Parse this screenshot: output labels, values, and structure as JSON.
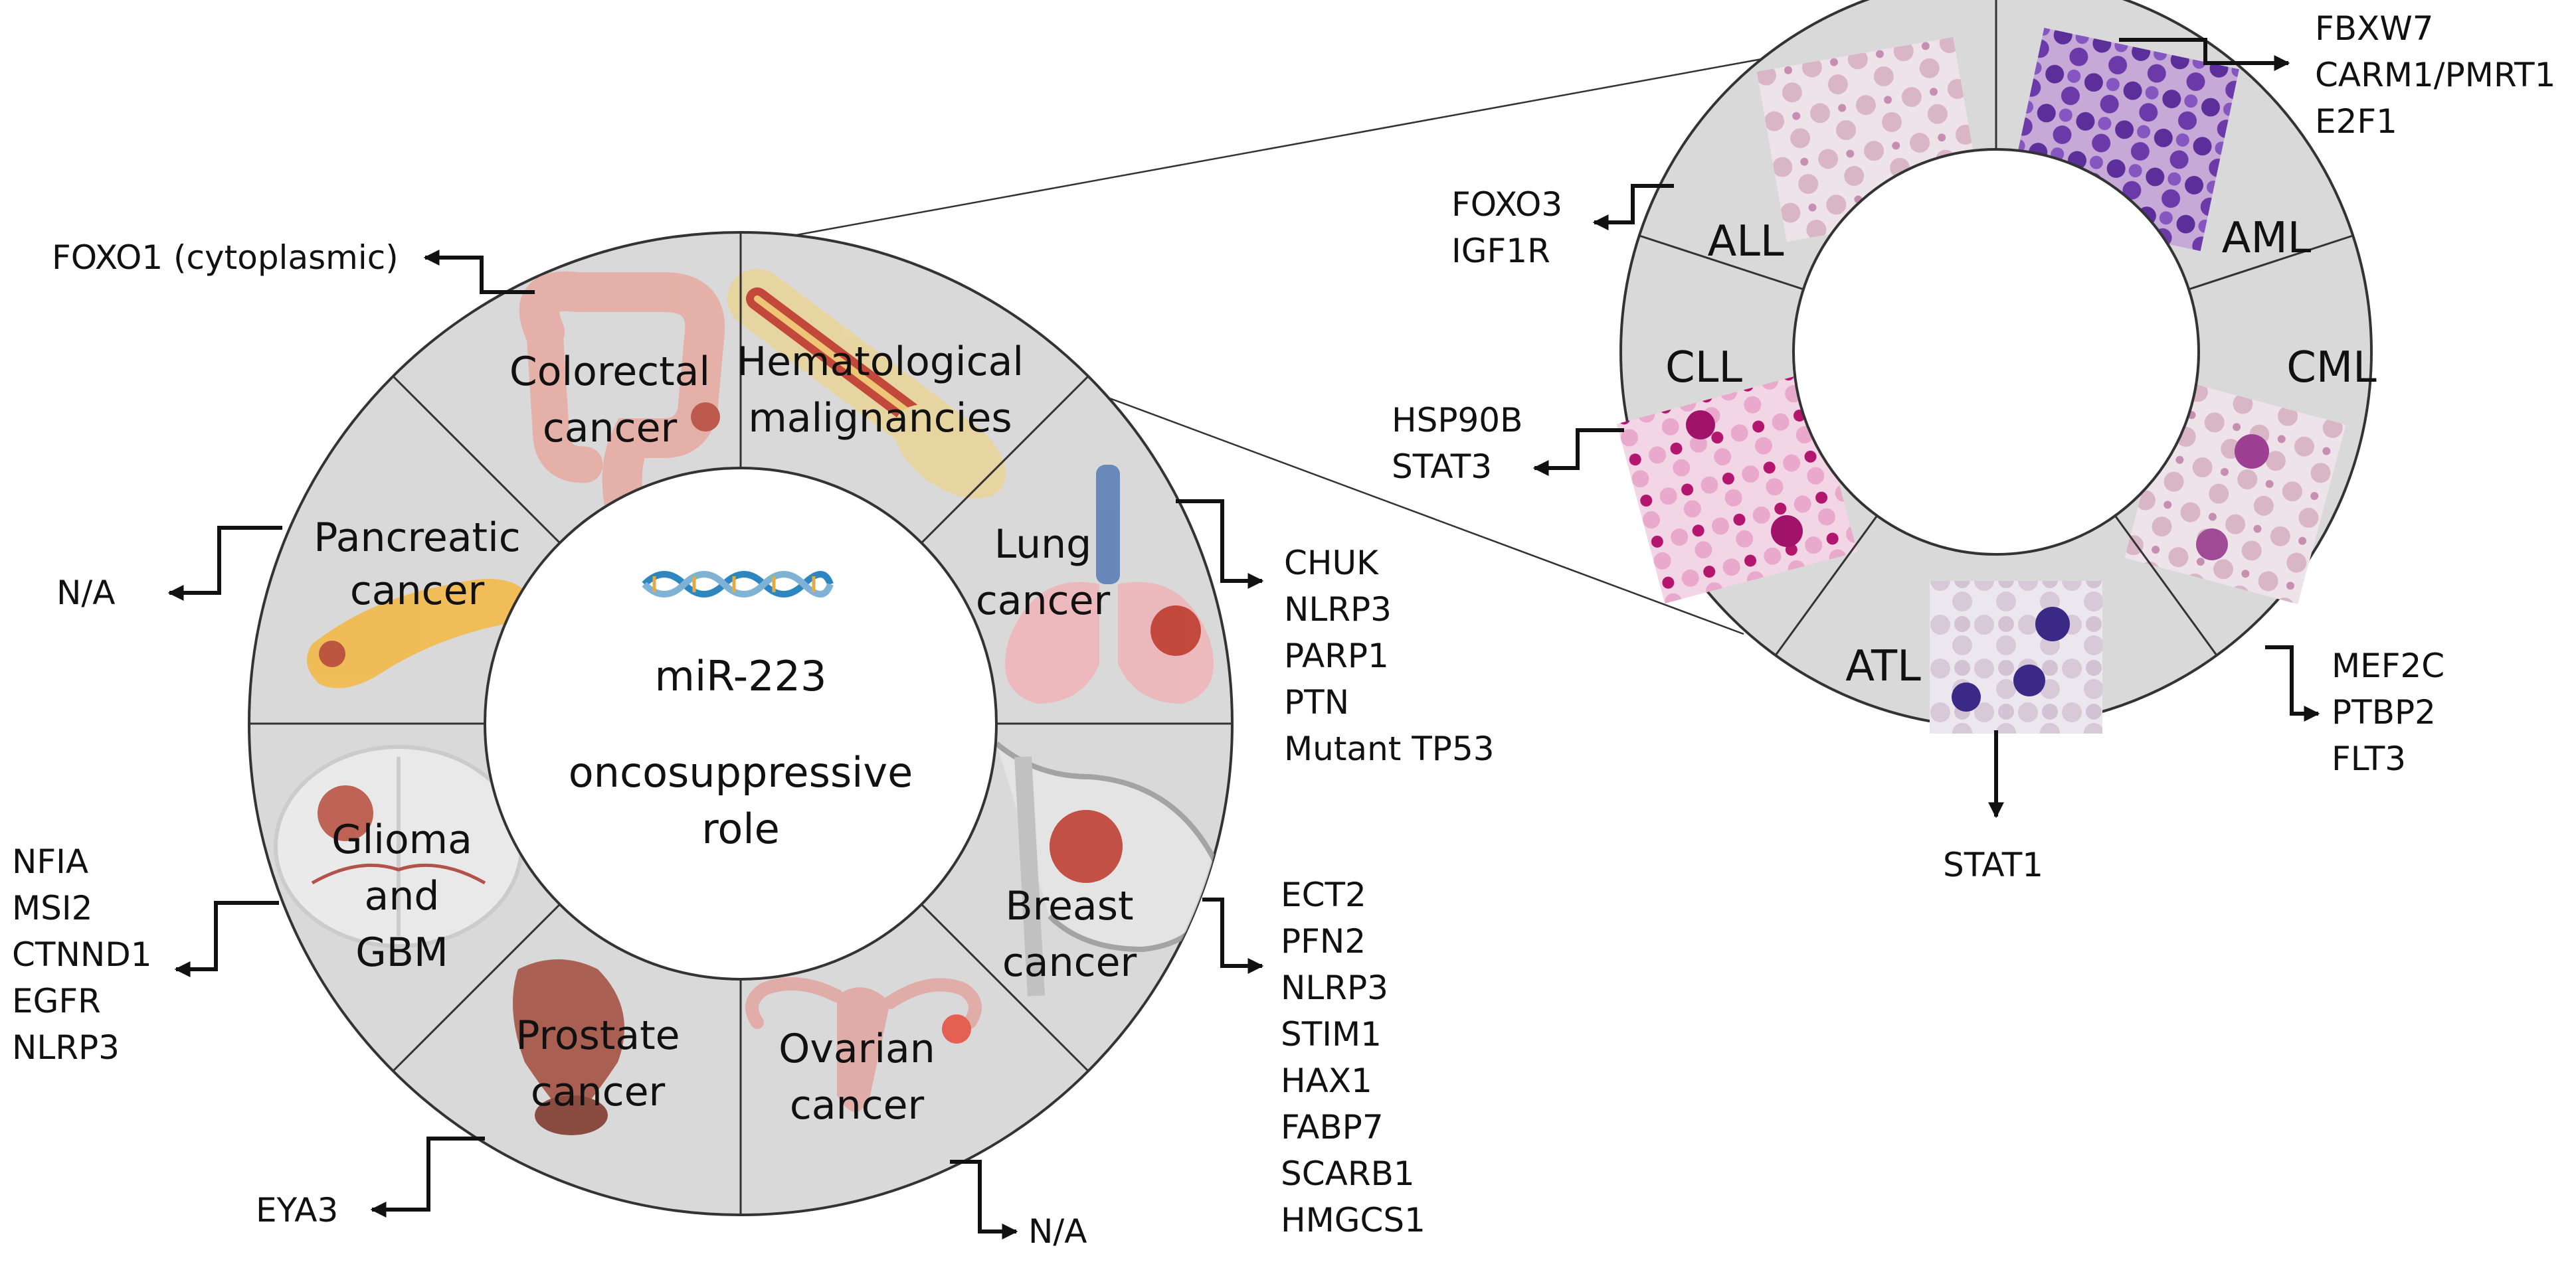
{
  "center": {
    "line1": "miR-223",
    "line2": "oncosuppressive",
    "line3": "role"
  },
  "segments": {
    "colorectal": {
      "line1": "Colorectal",
      "line2": "cancer"
    },
    "hematological": {
      "line1": "Hematological",
      "line2": "malignancies"
    },
    "lung": {
      "line1": "Lung",
      "line2": "cancer"
    },
    "breast": {
      "line1": "Breast",
      "line2": "cancer"
    },
    "ovarian": {
      "line1": "Ovarian",
      "line2": "cancer"
    },
    "prostate": {
      "line1": "Prostate",
      "line2": "cancer"
    },
    "glioma": {
      "line1": "Glioma",
      "line2": "and",
      "line3": "GBM"
    },
    "pancreatic": {
      "line1": "Pancreatic",
      "line2": "cancer"
    }
  },
  "targets": {
    "colorectal": [
      "FOXO1 (cytoplasmic)"
    ],
    "pancreatic": [
      "N/A"
    ],
    "glioma": [
      "NFIA",
      "MSI2",
      "CTNND1",
      "EGFR",
      "NLRP3"
    ],
    "prostate": [
      "EYA3"
    ],
    "ovarian": [
      "N/A"
    ],
    "breast": [
      "ECT2",
      "PFN2",
      "NLRP3",
      "STIM1",
      "HAX1",
      "FABP7",
      "SCARB1",
      "HMGCS1"
    ],
    "lung": [
      "CHUK",
      "NLRP3",
      "PARP1",
      "PTN",
      "Mutant TP53"
    ]
  },
  "heme": {
    "labels": {
      "all": "ALL",
      "aml": "AML",
      "cml": "CML",
      "atl": "ATL",
      "cll": "CLL"
    },
    "targets": {
      "aml": [
        "FBXW7",
        "CARM1/PMRT1",
        "E2F1"
      ],
      "all": [
        "FOXO3",
        "IGF1R"
      ],
      "cll": [
        "HSP90B",
        "STAT3"
      ],
      "cml": [
        "MEF2C",
        "PTBP2",
        "FLT3"
      ],
      "atl": [
        "STAT1"
      ]
    }
  },
  "icons": [
    "dna-helix-icon",
    "colon-icon",
    "bone-marrow-icon",
    "lungs-icon",
    "breast-icon",
    "uterus-icon",
    "bladder-prostate-icon",
    "brain-icon",
    "pancreas-icon",
    "blood-smear-icon"
  ],
  "colors": {
    "ring": "#d9d9d9",
    "outline": "#333333",
    "text": "#111111"
  }
}
